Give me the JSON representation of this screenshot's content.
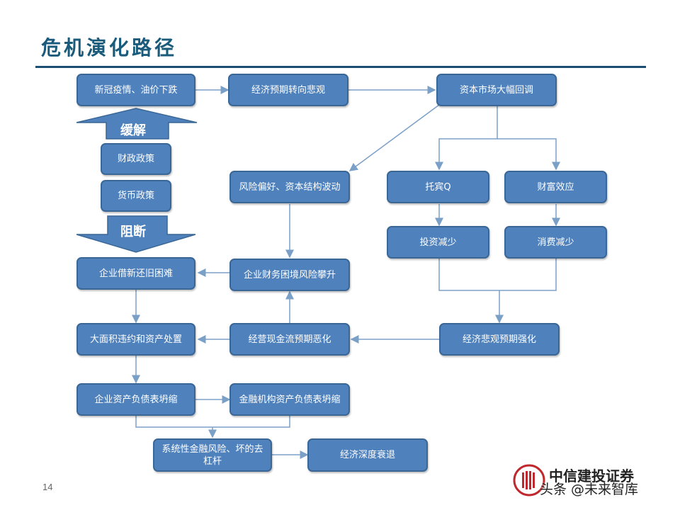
{
  "title": "危机演化路径",
  "page_number": "14",
  "nodes": {
    "covid_oil": "新冠疫情、油价下跌",
    "expectation_pessimistic": "经济预期转向悲观",
    "capital_market_correction": "资本市场大幅回调",
    "fiscal_policy": "财政政策",
    "monetary_policy": "货币政策",
    "risk_preference": "风险偏好、资本结构波动",
    "tobin_q": "托宾Q",
    "wealth_effect": "财富效应",
    "investment_decrease": "投资减少",
    "consumption_decrease": "消费减少",
    "refinancing_difficulty": "企业借新还旧困难",
    "financial_distress": "企业财务困境风险攀升",
    "large_default": "大面积违约和资产处置",
    "cashflow_worsen": "经营现金流预期恶化",
    "pessimism_strengthen": "经济悲观预期强化",
    "corporate_bs_shrink": "企业资产负债表坍缩",
    "financial_inst_bs_shrink": "金融机构资产负债表坍缩",
    "systemic_risk": "系统性金融风险、坏的去杠杆",
    "deep_recession": "经济深度衰退"
  },
  "arrow_labels": {
    "relief": "缓解",
    "block": "阻断"
  },
  "logo_text": "中信建投证券",
  "watermark": "头条 @未来智库",
  "colors": {
    "box_fill": "#4f81bd",
    "box_border": "#3a6796",
    "connector": "#7ba0c8",
    "title": "#1a5a7a"
  }
}
